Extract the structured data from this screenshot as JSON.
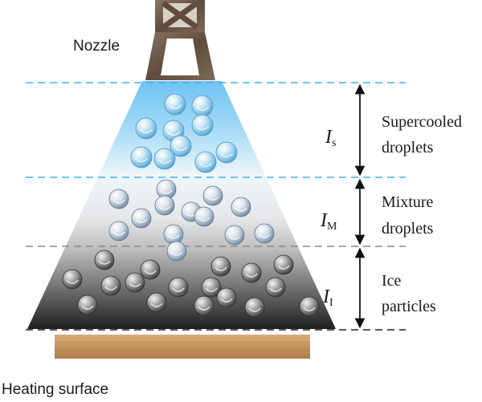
{
  "labels": {
    "nozzle": "Nozzle",
    "heating_surface": "Heating surface",
    "zone_s_line1": "Supercooled",
    "zone_s_line2": "droplets",
    "zone_m_line1": "Mixture",
    "zone_m_line2": "droplets",
    "zone_i_line1": "Ice",
    "zone_i_line2": "particles"
  },
  "symbols": {
    "s_main": "I",
    "s_sub": "s",
    "m_main": "I",
    "m_sub": "M",
    "i_main": "I",
    "i_sub": "I"
  },
  "colors": {
    "cyan_dash": "#3fb2e6",
    "gray_dash": "#8a8a8a",
    "black_dash": "#222222",
    "nozzle_frame": "#6b5a4a",
    "wood": "#c79a66"
  }
}
